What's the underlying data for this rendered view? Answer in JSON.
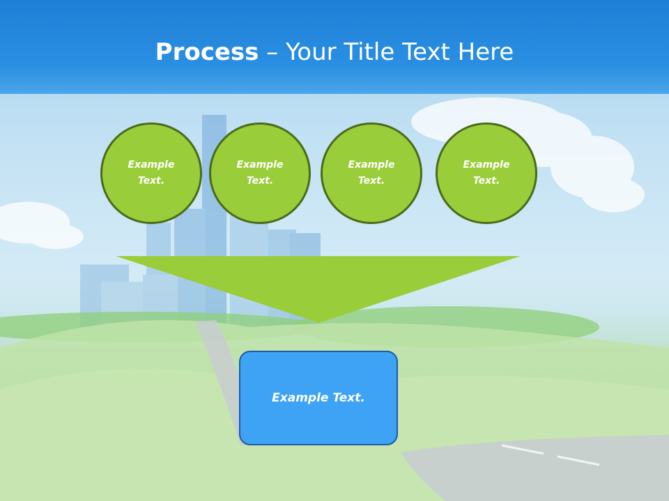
{
  "title": {
    "bold": "Process",
    "dash": " – ",
    "rest": "Your Title Text Here"
  },
  "circles": [
    {
      "line1": "Example",
      "line2": "Text."
    },
    {
      "line1": "Example",
      "line2": "Text."
    },
    {
      "line1": "Example",
      "line2": "Text."
    },
    {
      "line1": "Example",
      "line2": "Text."
    }
  ],
  "result": {
    "label": "Example Text."
  },
  "colors": {
    "title_band": "#1e7fd6",
    "circle_fill": "#9acd3a",
    "circle_border": "#4a6b1a",
    "funnel": "#9acd3a",
    "result_fill": "#3ea3f5",
    "result_border": "#1d5aa6"
  }
}
